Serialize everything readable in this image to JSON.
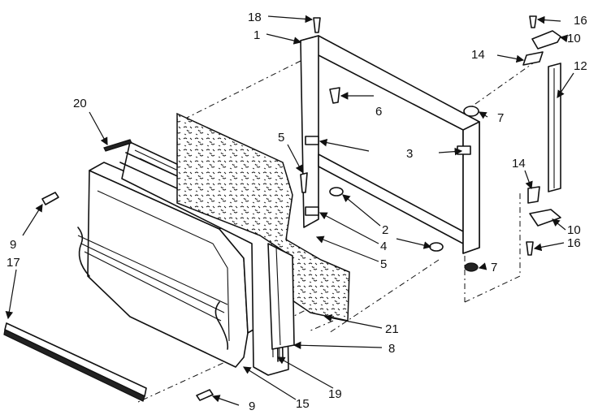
{
  "callouts": {
    "c1": "1",
    "c2": "2",
    "c3": "3",
    "c4": "4",
    "c5a": "5",
    "c5b": "5",
    "c6": "6",
    "c7a": "7",
    "c7b": "7",
    "c8": "8",
    "c9a": "9",
    "c9b": "9",
    "c10a": "10",
    "c10b": "10",
    "c12": "12",
    "c14a": "14",
    "c14b": "14",
    "c15": "15",
    "c16a": "16",
    "c16b": "16",
    "c17": "17",
    "c18": "18",
    "c19": "19",
    "c20": "20",
    "c21": "21"
  },
  "colors": {
    "ink": "#111111",
    "paper": "#ffffff"
  }
}
